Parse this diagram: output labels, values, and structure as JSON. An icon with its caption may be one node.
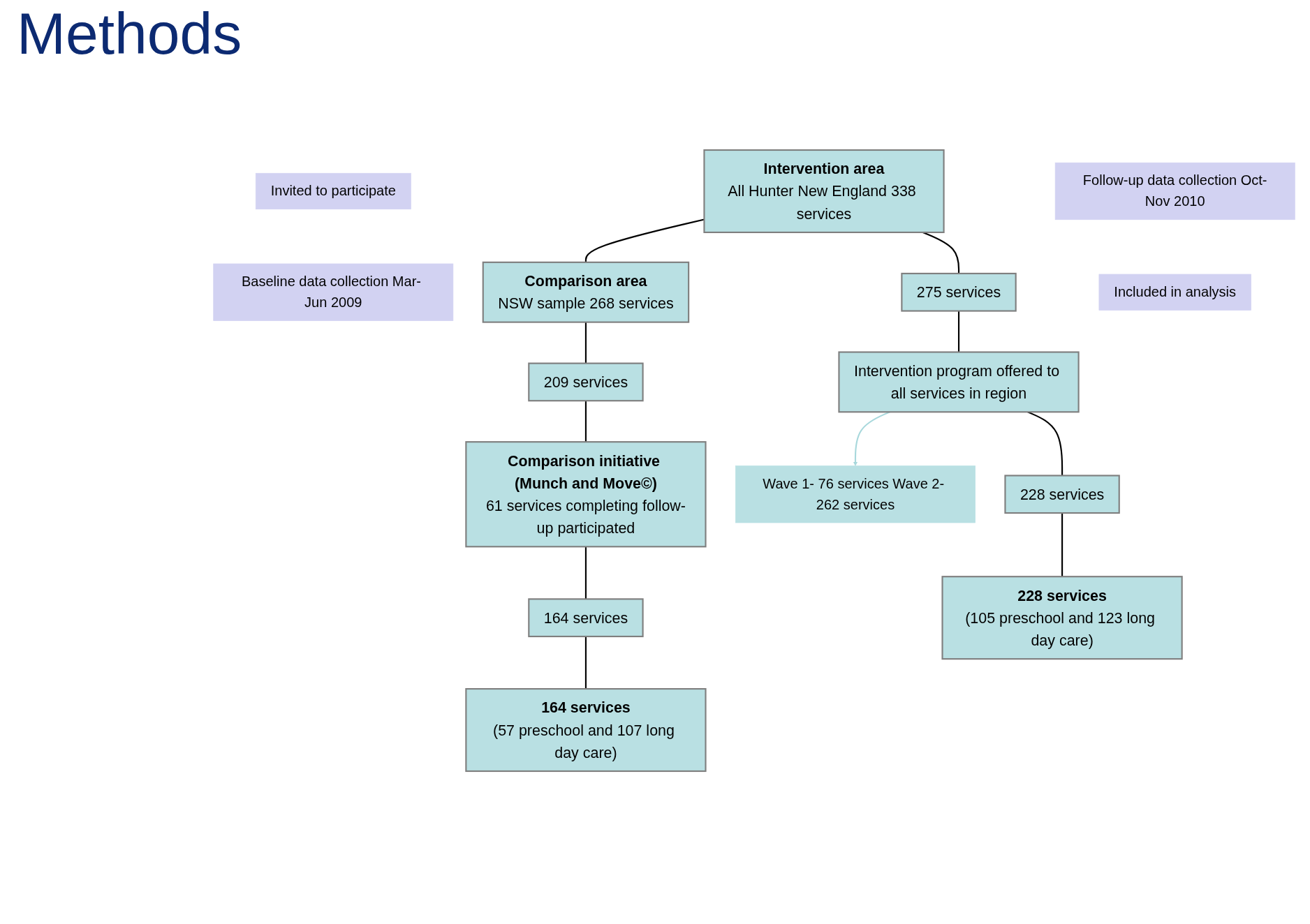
{
  "diagram": {
    "title": "Methods",
    "nodes": [
      {
        "text": [
          "Invited to participate"
        ]
      },
      {
        "text": [
          "Intervention area",
          "All Hunter New England 338 services"
        ]
      },
      {
        "text": [
          "Comparison area",
          "NSW sample 268 services"
        ]
      },
      {
        "text": [
          "Baseline data collection Mar- Jun 2009"
        ]
      },
      {
        "text": [
          "275 services"
        ]
      },
      {
        "text": [
          "209 services"
        ]
      },
      {
        "text": [
          "Wave 1- 76 services Wave 2- 262 services"
        ]
      },
      {
        "text": [
          "Intervention program offered to all services in region"
        ]
      },
      {
        "text": [
          "Comparison initiative (Munch and Move©)",
          "61 services completing follow-up participated"
        ]
      },
      {
        "text": [
          "Follow-up data collection Oct-Nov 2010"
        ]
      },
      {
        "text": [
          "228 services"
        ]
      },
      {
        "text": [
          "164 services"
        ]
      },
      {
        "text": [
          "Included in analysis"
        ]
      },
      {
        "text": [
          "228 services",
          "(105 preschool and 123 long day care)"
        ]
      },
      {
        "text": [
          "164 services",
          "(57 preschool and 107 long day care)"
        ]
      }
    ],
    "edges": [
      {
        "from": 1,
        "to": 2,
        "arrow": "none"
      },
      {
        "from": 1,
        "to": 4,
        "arrow": "none"
      },
      {
        "from": 2,
        "to": 5,
        "arrow": "none"
      },
      {
        "from": 4,
        "to": 7,
        "arrow": "none"
      },
      {
        "from": 5,
        "to": 8,
        "arrow": "none"
      },
      {
        "from": 7,
        "to": 6,
        "arrow": "to",
        "color": "#a8d8dc"
      },
      {
        "from": 7,
        "to": 10,
        "arrow": "none"
      },
      {
        "from": 8,
        "to": 11,
        "arrow": "none"
      },
      {
        "from": 10,
        "to": 13,
        "arrow": "none"
      },
      {
        "from": 11,
        "to": 14,
        "arrow": "none"
      }
    ]
  }
}
